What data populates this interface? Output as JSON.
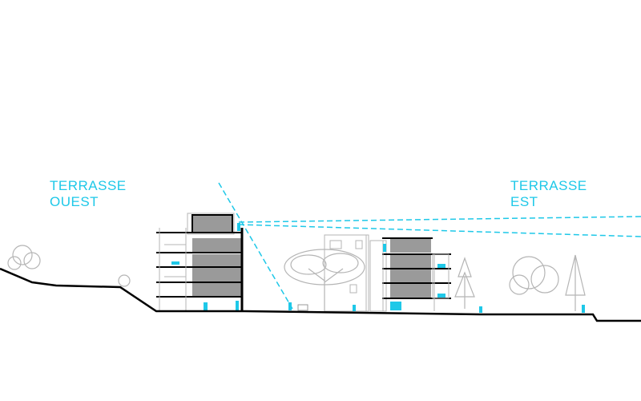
{
  "labels": {
    "west_terrace_line1": "TERRASSE",
    "west_terrace_line2": "OUEST",
    "east_terrace_line1": "TERRASSE",
    "east_terrace_line2": "EST"
  },
  "colors": {
    "accent": "#1ec8e8",
    "building_fill": "#9a9a9a",
    "vegetation": "#b5b5b5",
    "ground": "#000000"
  }
}
